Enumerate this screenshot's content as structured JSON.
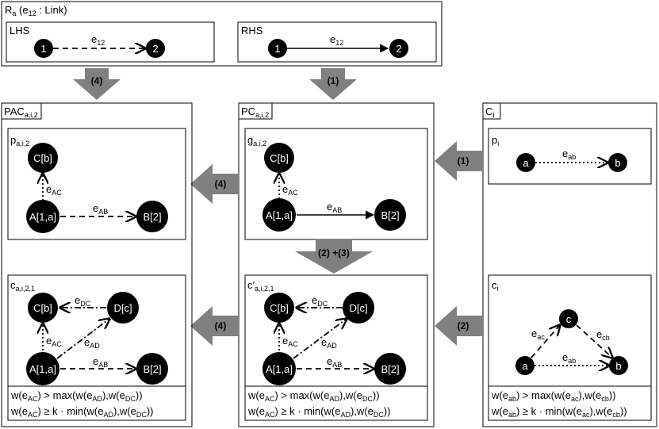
{
  "rule": {
    "title_main": "R",
    "title_sub": "a",
    "title_rest": " (e",
    "title_sub2": "12",
    "title_end": " : Link)",
    "lhs": {
      "label": "LHS",
      "n1": "1",
      "n2": "2",
      "edge_main": "e",
      "edge_sub": "12"
    },
    "rhs": {
      "label": "RHS",
      "n1": "1",
      "n2": "2",
      "edge_main": "e",
      "edge_sub": "12"
    }
  },
  "arrows": {
    "a4_top": "(4)",
    "a1_top": "(1)",
    "a4_mid": "(4)",
    "a1_mid": "(1)",
    "a23": "(2) +(3)",
    "a4_low": "(4)",
    "a2_low": "(2)"
  },
  "pac": {
    "title_main": "PAC",
    "title_sub": "a,i,2",
    "p_main": "p",
    "p_sub": "a,i,2",
    "c_main": "c",
    "c_sub": "a,i,2,1",
    "nodes": {
      "C": "C[b]",
      "A": "A[1,a]",
      "B": "B[2]",
      "D": "D[c]"
    },
    "edges": {
      "eAC": {
        "main": "e",
        "sub": "AC"
      },
      "eAB": {
        "main": "e",
        "sub": "AB"
      },
      "eDC": {
        "main": "e",
        "sub": "DC"
      },
      "eAD": {
        "main": "e",
        "sub": "AD"
      }
    },
    "cond1": [
      "w(e",
      "AC",
      ") > max(w(e",
      "AD",
      "),w(e",
      "DC",
      "))"
    ],
    "cond2": [
      "w(e",
      "AC",
      ") ≥ k · min(w(e",
      "AD",
      "),w(e",
      "DC",
      "))"
    ]
  },
  "pc": {
    "title_main": "PC",
    "title_sub": "a,i,2",
    "g_main": "g",
    "g_sub": "a,i,2",
    "c_main": "c′",
    "c_sub": "a,i,2,1",
    "nodes": {
      "C": "C[b]",
      "A": "A[1,a]",
      "B": "B[2]",
      "D": "D[c]"
    },
    "edges": {
      "eAC": {
        "main": "e",
        "sub": "AC"
      },
      "eAB": {
        "main": "e",
        "sub": "AB"
      },
      "eDC": {
        "main": "e",
        "sub": "DC"
      },
      "eAD": {
        "main": "e",
        "sub": "AD"
      }
    },
    "cond1": [
      "w(e",
      "AC",
      ") > max(w(e",
      "AD",
      "),w(e",
      "DC",
      "))"
    ],
    "cond2": [
      "w(e",
      "AC",
      ") ≥ k · min(w(e",
      "AD",
      "),w(e",
      "DC",
      "))"
    ]
  },
  "ci": {
    "title_main": "C",
    "title_sub": "i",
    "p_main": "p",
    "p_sub": "i",
    "c_main": "c",
    "c_sub": "i",
    "nodes": {
      "a": "a",
      "b": "b",
      "c": "c"
    },
    "edges": {
      "eab": {
        "main": "e",
        "sub": "ab"
      },
      "eac": {
        "main": "e",
        "sub": "ac"
      },
      "ecb": {
        "main": "e",
        "sub": "cb"
      }
    },
    "cond1": [
      "w(e",
      "ab",
      ") > max(w(e",
      "ac",
      "),w(e",
      "cb",
      "))"
    ],
    "cond2": [
      "w(e",
      "ab",
      ") ≥ k · min(w(e",
      "ac",
      "),w(e",
      "cb",
      "))"
    ]
  }
}
